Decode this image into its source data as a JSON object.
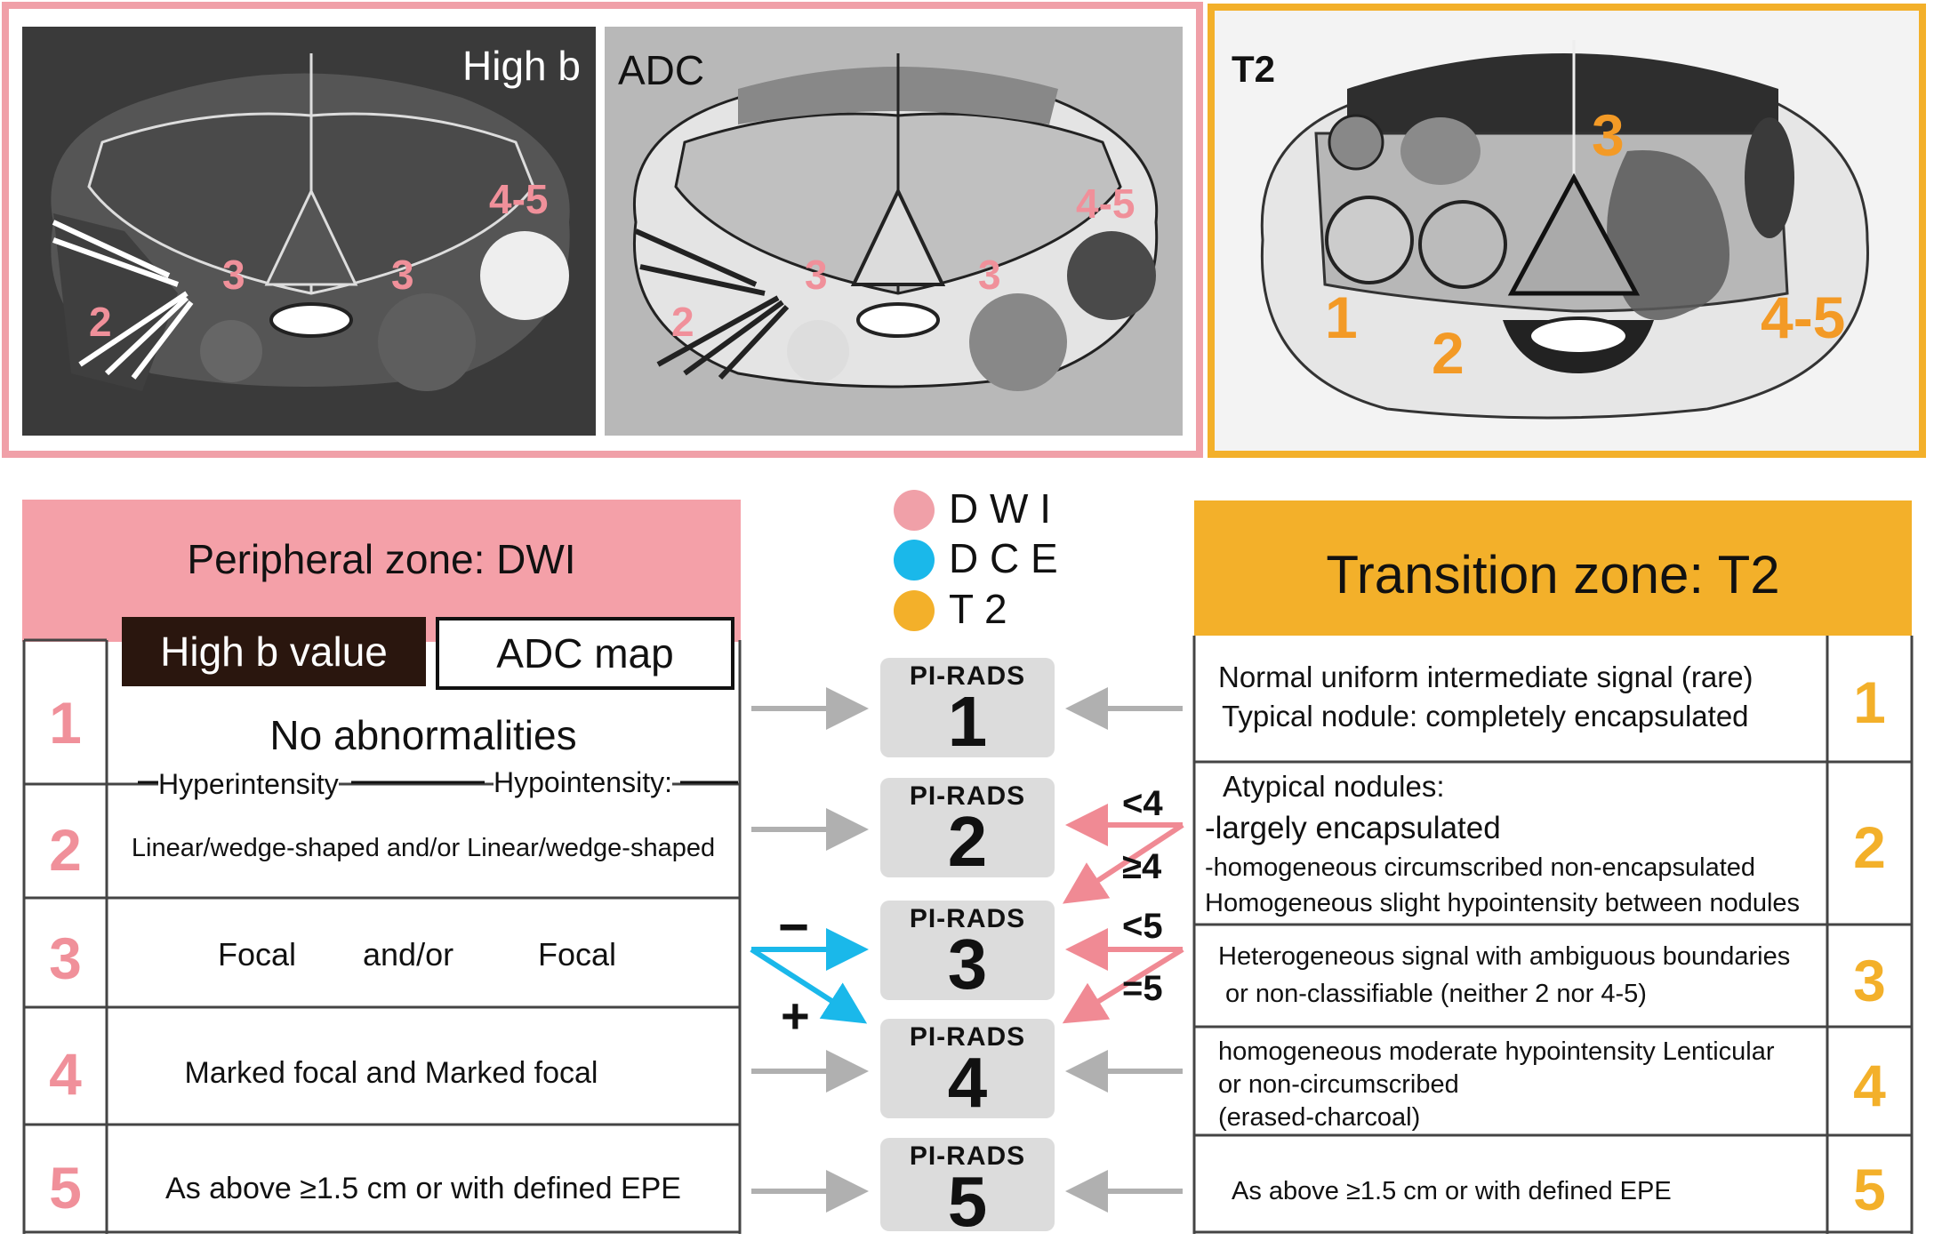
{
  "panels": {
    "high_b": {
      "label": "High b",
      "zones": [
        "2",
        "3",
        "3",
        "4-5"
      ]
    },
    "adc": {
      "label": "ADC",
      "zones": [
        "2",
        "3",
        "3",
        "4-5"
      ]
    },
    "t2": {
      "label": "T2",
      "zones": [
        "1",
        "2",
        "3",
        "4-5"
      ]
    }
  },
  "legend": [
    {
      "label": "D W I",
      "color": "#f0a0a8"
    },
    {
      "label": "D C E",
      "color": "#1ab8ea"
    },
    {
      "label": "T 2",
      "color": "#f3b02a"
    }
  ],
  "peripheral": {
    "title": "Peripheral zone: DWI",
    "high_b_label": "High b value",
    "adc_label": "ADC map",
    "rows": [
      {
        "score": "1",
        "text": "No abnormalities"
      },
      {
        "score": "2",
        "hyper": "Hyperintensity",
        "hypo": "Hypointensity:",
        "text": "Linear/wedge-shaped and/or Linear/wedge-shaped"
      },
      {
        "score": "3",
        "left": "Focal",
        "mid": "and/or",
        "right": "Focal"
      },
      {
        "score": "4",
        "text": "Marked focal and Marked focal"
      },
      {
        "score": "5",
        "text": "As above ≥1.5 cm or with defined EPE"
      }
    ]
  },
  "transition": {
    "title": "Transition zone: T2",
    "rows": [
      {
        "score": "1",
        "lines": [
          "Normal uniform intermediate signal (rare)",
          "Typical nodule: completely encapsulated"
        ]
      },
      {
        "score": "2",
        "lines": [
          "Atypical nodules:",
          "-largely encapsulated",
          "-homogeneous circumscribed non-encapsulated",
          "Homogeneous slight hypointensity between nodules"
        ]
      },
      {
        "score": "3",
        "lines": [
          "Heterogeneous signal with ambiguous boundaries",
          "or non-classifiable (neither 2 nor 4-5)"
        ]
      },
      {
        "score": "4",
        "lines": [
          "homogeneous moderate hypointensity  Lenticular",
          "or non-circumscribed",
          "(erased-charcoal)"
        ]
      },
      {
        "score": "5",
        "lines": [
          "As above ≥1.5 cm or with defined EPE"
        ]
      }
    ]
  },
  "pirads": {
    "label": "PI-RADS",
    "scores": [
      "1",
      "2",
      "3",
      "4",
      "5"
    ]
  },
  "arrows": {
    "dce_minus": "−",
    "dce_plus": "+",
    "lt4": "<4",
    "ge4": "≥4",
    "lt5": "<5",
    "eq5": "=5"
  }
}
